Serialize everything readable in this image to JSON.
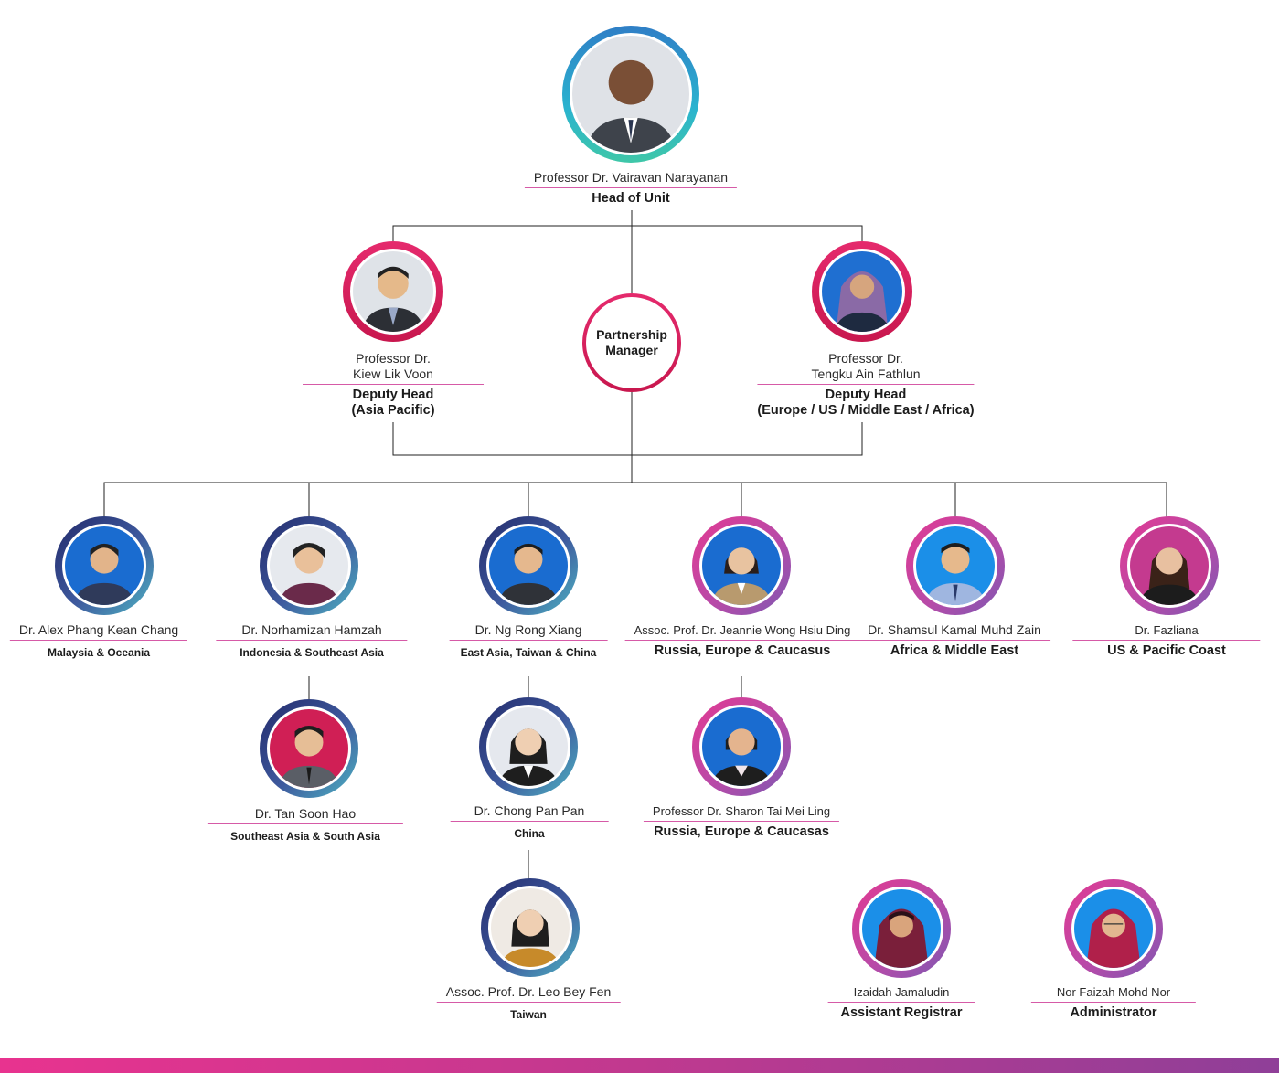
{
  "head": {
    "name": "Professor Dr. Vairavan Narayanan",
    "role": "Head of Unit"
  },
  "partnership": {
    "line1": "Partnership",
    "line2": "Manager"
  },
  "deputy_left": {
    "name_line1": "Professor Dr.",
    "name_line2": "Kiew Lik Voon",
    "role_line1": "Deputy Head",
    "role_line2": "(Asia Pacific)"
  },
  "deputy_right": {
    "name_line1": "Professor Dr.",
    "name_line2": "Tengku Ain Fathlun",
    "role_line1": "Deputy Head",
    "role_line2": "(Europe / US / Middle East / Africa)"
  },
  "regional": [
    {
      "name": "Dr. Alex Phang Kean Chang",
      "region": "Malaysia & Oceania"
    },
    {
      "name": "Dr. Norhamizan Hamzah",
      "region": "Indonesia & Southeast Asia"
    },
    {
      "name": "Dr. Ng Rong Xiang",
      "region": "East Asia, Taiwan & China"
    },
    {
      "name": "Assoc. Prof. Dr. Jeannie Wong Hsiu Ding",
      "region": "Russia, Europe & Caucasus"
    },
    {
      "name": "Dr. Shamsul Kamal Muhd Zain",
      "region": "Africa & Middle East"
    },
    {
      "name": "Dr. Fazliana",
      "region": "US & Pacific Coast"
    }
  ],
  "sub": [
    {
      "name": "Dr. Tan Soon Hao",
      "region": "Southeast Asia & South Asia"
    },
    {
      "name": "Dr. Chong Pan Pan",
      "region": "China"
    },
    {
      "name": "Professor Dr. Sharon Tai Mei Ling",
      "region": "Russia, Europe & Caucasas"
    },
    {
      "name": "Assoc. Prof. Dr. Leo Bey Fen",
      "region": "Taiwan"
    }
  ],
  "admin": [
    {
      "name": "Izaidah Jamaludin",
      "role": "Assistant Registrar"
    },
    {
      "name": "Nor Faizah Mohd Nor",
      "role": "Administrator"
    }
  ],
  "colors": {
    "line": "#222222",
    "accent_pink": "#e8338f",
    "accent_purple": "#8f3f98",
    "ring_blue": "#2ab3cf",
    "ring_red": "#d41f5a",
    "ring_indigo": "#232a6b"
  }
}
